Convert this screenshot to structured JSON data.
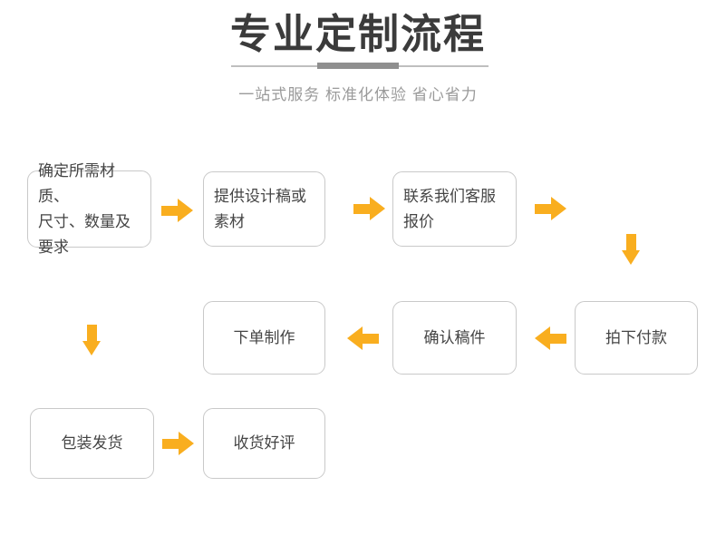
{
  "header": {
    "title": "专业定制流程",
    "subtitle": "一站式服务 标准化体验 省心省力",
    "title_color": "#3b3b3b",
    "subtitle_color": "#9a9a9a",
    "divider_color": "#bfbfbf",
    "divider_center_color": "#8f8f8f"
  },
  "theme": {
    "arrow_color": "#f9ae1f",
    "box_border_color": "#c9c9c9",
    "box_text_color": "#454545",
    "background_color": "#ffffff"
  },
  "flow": {
    "steps": [
      {
        "id": "step-1",
        "label": "确定所需材质、\n尺寸、数量及\n要求",
        "row": 1,
        "order": 1
      },
      {
        "id": "step-2",
        "label": "提供设计稿或\n素材",
        "row": 1,
        "order": 2
      },
      {
        "id": "step-3",
        "label": "联系我们客服\n报价",
        "row": 1,
        "order": 3
      },
      {
        "id": "step-4",
        "label": "拍下付款",
        "row": 2,
        "order": 4
      },
      {
        "id": "step-5",
        "label": "确认稿件",
        "row": 2,
        "order": 5
      },
      {
        "id": "step-6",
        "label": "下单制作",
        "row": 2,
        "order": 6
      },
      {
        "id": "step-7",
        "label": "包装发货",
        "row": 3,
        "order": 7
      },
      {
        "id": "step-8",
        "label": "收货好评",
        "row": 3,
        "order": 8
      }
    ],
    "connectors": [
      {
        "id": "connector-1",
        "direction": "right",
        "from": "step-1",
        "to": "step-2"
      },
      {
        "id": "connector-2",
        "direction": "right",
        "from": "step-2",
        "to": "step-3"
      },
      {
        "id": "connector-3",
        "direction": "right",
        "from": "step-3",
        "to": "wrap-down-1"
      },
      {
        "id": "connector-4",
        "direction": "down",
        "from": "wrap-down-1",
        "to": "step-4"
      },
      {
        "id": "connector-5",
        "direction": "left",
        "from": "step-4",
        "to": "step-5"
      },
      {
        "id": "connector-6",
        "direction": "left",
        "from": "step-5",
        "to": "step-6"
      },
      {
        "id": "connector-7",
        "direction": "down",
        "from": "step-6",
        "to": "step-7"
      },
      {
        "id": "connector-8",
        "direction": "right",
        "from": "step-7",
        "to": "step-8"
      }
    ]
  }
}
